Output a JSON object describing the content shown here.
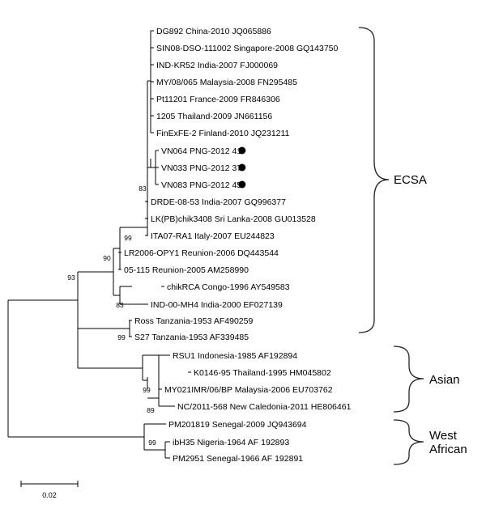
{
  "tree": {
    "leaves": [
      {
        "label": "DG892 China-2010 JQ065886"
      },
      {
        "label": "SIN08-DSO-111002 Singapore-2008 GQ143750"
      },
      {
        "label": "IND-KR52 India-2007 FJ000069"
      },
      {
        "label": "MY/08/065 Malaysia-2008 FN295485"
      },
      {
        "label": "Pt11201 France-2009 FR846306"
      },
      {
        "label": "1205 Thailand-2009 JN661156"
      },
      {
        "label": "FinExFE-2 Finland-2010 JQ231211"
      },
      {
        "label": "VN064 PNG-2012 41",
        "marked": true
      },
      {
        "label": "VN033 PNG-2012 37",
        "marked": true
      },
      {
        "label": "VN083 PNG-2012 45",
        "marked": true
      },
      {
        "label": "DRDE-08-53 India-2007 GQ996377"
      },
      {
        "label": "LK(PB)chik3408 Sri Lanka-2008 GU013528"
      },
      {
        "label": "ITA07-RA1 Italy-2007 EU244823"
      },
      {
        "label": "LR2006-OPY1 Reunion-2006 DQ443544"
      },
      {
        "label": "05-115 Reunion-2005 AM258990"
      },
      {
        "label": "chikRCA Congo-1996 AY549583"
      },
      {
        "label": "IND-00-MH4 India-2000 EF027139"
      },
      {
        "label": "Ross Tanzania-1953 AF490259"
      },
      {
        "label": "S27 Tanzania-1953 AF339485"
      },
      {
        "label": "RSU1 Indonesia-1985 AF192894"
      },
      {
        "label": "K0146-95 Thailand-1995 HM045802"
      },
      {
        "label": "MY021IMR/06/BP Malaysia-2006 EU703762"
      },
      {
        "label": "NC/2011-568 New Caledonia-2011 HE806461"
      },
      {
        "label": "PM201819 Senegal-2009 JQ943694"
      },
      {
        "label": "ibH35 Nigeria-1964 AF 192893"
      },
      {
        "label": "PM2951 Senegal-1966 AF 192891"
      }
    ],
    "bootstrap": [
      "83",
      "99",
      "90",
      "93",
      "83",
      "99",
      "99",
      "89",
      "99"
    ],
    "clades": [
      {
        "name": "ECSA"
      },
      {
        "name": "Asian"
      },
      {
        "name_lines": [
          "West",
          "African"
        ]
      }
    ],
    "scale_bar": {
      "label": "0.02"
    }
  }
}
